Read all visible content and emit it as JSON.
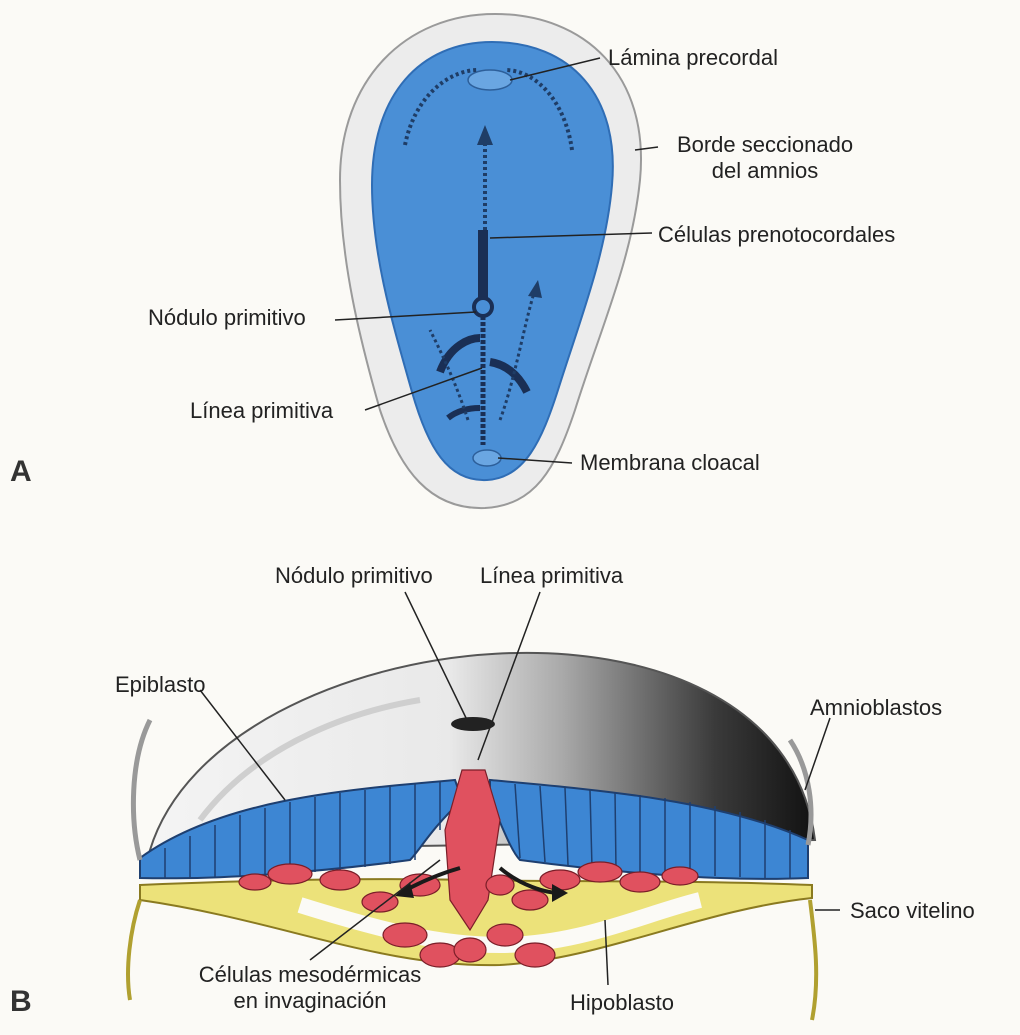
{
  "panel_a": {
    "letter": "A",
    "labels": {
      "lamina_precordal": "Lámina precordal",
      "borde_line1": "Borde seccionado",
      "borde_line2": "del amnios",
      "celulas_prenotocordales": "Células prenotocordales",
      "nodulo_primitivo": "Nódulo primitivo",
      "linea_primitiva": "Línea primitiva",
      "membrana_cloacal": "Membrana cloacal"
    }
  },
  "panel_b": {
    "letter": "B",
    "labels": {
      "nodulo_primitivo": "Nódulo primitivo",
      "linea_primitiva": "Línea primitiva",
      "epiblasto": "Epiblasto",
      "amnioblastos": "Amnioblastos",
      "saco_vitelino": "Saco vitelino",
      "mesodermicas_line1": "Células mesodérmicas",
      "mesodermicas_line2": "en invaginación",
      "hipoblasto": "Hipoblasto"
    }
  },
  "colors": {
    "embryo_blue": "#4a8fd6",
    "epiblast_blue": "#3d86d3",
    "mesoderm_red": "#e0515f",
    "hypoblast_yellow": "#ece27a",
    "amnion_grey": "#e6e6e6"
  }
}
